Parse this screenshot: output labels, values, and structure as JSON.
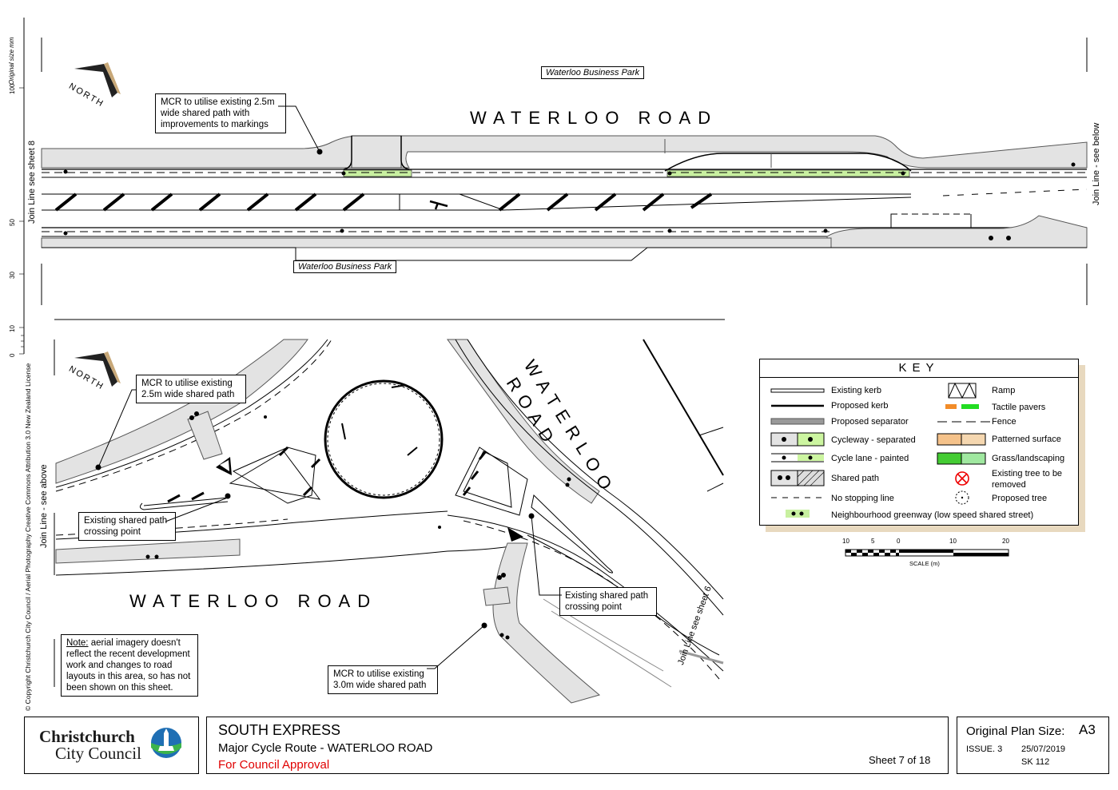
{
  "sheet": {
    "north_label": "NORTH",
    "scale_ruler_label": "Original size mm",
    "scale_ruler_ticks": [
      "100",
      "50",
      "30",
      "10",
      "0"
    ],
    "copyright": "© Copyright Christchurch City Council  /  Aerial Photography Creative Commons Attribution 3.0 New Zealand License"
  },
  "top_plan": {
    "road_name": "WATERLOO ROAD",
    "tag_north": "Waterloo Business Park",
    "tag_south": "Waterloo Business Park",
    "callout": "MCR to utilise existing 2.5m wide shared path with improvements to markings",
    "join_left": "Join Line see sheet 8",
    "join_right": "Join Line - see below"
  },
  "bottom_plan": {
    "road_name_main": "WATERLOO ROAD",
    "road_name_branch_1": "WATERLOO",
    "road_name_branch_2": "ROAD",
    "callout_1": "MCR to utilise existing 2.5m wide shared path",
    "callout_2": "Existing shared path crossing point",
    "callout_3": "Existing shared path crossing point",
    "callout_4": "MCR to utilise existing 3.0m wide shared path",
    "note_heading": "Note:",
    "note_body": " aerial imagery doesn't reflect the recent development work and changes to road layouts in this area, so has not been shown on this sheet.",
    "join_left": "Join Line - see above",
    "join_right": "Join Line see sheet 6"
  },
  "key": {
    "title": "KEY",
    "left_items": [
      "Existing kerb",
      "Proposed kerb",
      "Proposed separator",
      "Cycleway - separated",
      "Cycle lane - painted",
      "Shared path",
      "No stopping line"
    ],
    "right_items": [
      "Ramp",
      "Tactile pavers",
      "Fence",
      "Patterned surface",
      "Grass/landscaping",
      "Existing tree to be removed",
      "Proposed tree"
    ],
    "greenway": "Neighbourhood greenway (low speed shared street)",
    "colors": {
      "tactile_orange": "#f28c28",
      "tactile_green": "#22dd22",
      "grass": "#44cc33",
      "patterned": "#f5c28a",
      "greenway": "#c8f0a0",
      "separated": "#ccf5a0"
    }
  },
  "scale_bar": {
    "ticks": [
      "10",
      "5",
      "0",
      "10",
      "20"
    ],
    "label": "SCALE (m)"
  },
  "title_block": {
    "council_line1": "Christchurch",
    "council_line2": "City Council",
    "project": "SOUTH EXPRESS",
    "subtitle": "Major Cycle Route - WATERLOO ROAD",
    "status": "For Council Approval",
    "sheet_no": "Sheet 7 of 18",
    "plan_size_label": "Original Plan Size:",
    "plan_size_value": "A3",
    "issue": "ISSUE. 3",
    "date": "25/07/2019",
    "drawing_no": "SK 112"
  }
}
